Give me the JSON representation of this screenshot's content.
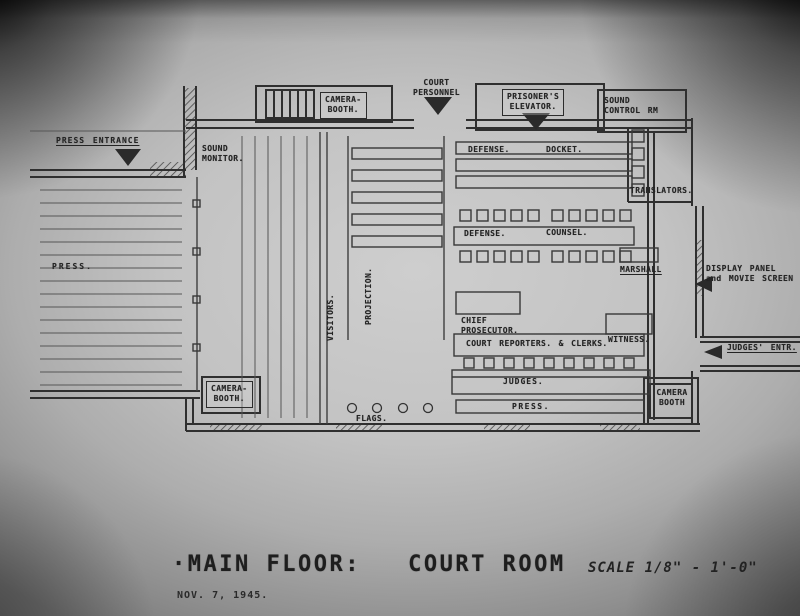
{
  "title_block": {
    "title": "·MAIN FLOOR:   COURT ROOM",
    "scale": "SCALE 1/8\" - 1'-0\"",
    "date": "NOV. 7, 1945."
  },
  "labels": {
    "press_entrance": "PRESS ENTRANCE",
    "sound_monitor": "SOUND\nMONITOR.",
    "camera_booth_top": "CAMERA-\nBOOTH.",
    "court_personnel": "COURT\nPERSONNEL",
    "prisoners_elevator": "PRISONER'S\nELEVATOR.",
    "sound_control_room": "SOUND\nCONTROL RM",
    "defense_tables": "DEFENSE.",
    "docket": "DOCKET.",
    "translators": "TRANSLATORS.",
    "defense_counsel": "DEFENSE.",
    "counsel": "COUNSEL.",
    "marshall": "MARSHALL",
    "display_panel": "DISPLAY PANEL\nand MOVIE SCREEN",
    "press_gallery": "PRESS.",
    "visitors": "VISITORS.",
    "projection": "PROJECTION.",
    "chief_prosecutor": "CHIEF\nPROSECUTOR.",
    "court_reporters": "COURT REPORTERS. & CLERKS.",
    "witness": "WITNESS.",
    "judges_entrance": "JUDGES' ENTR.",
    "camera_booth_left": "CAMERA-\nBOOTH.",
    "judges": "JUDGES.",
    "flags": "FLAGS.",
    "press_bench": "PRESS.",
    "camera_booth_right": "CAMERA\nBOOTH"
  }
}
